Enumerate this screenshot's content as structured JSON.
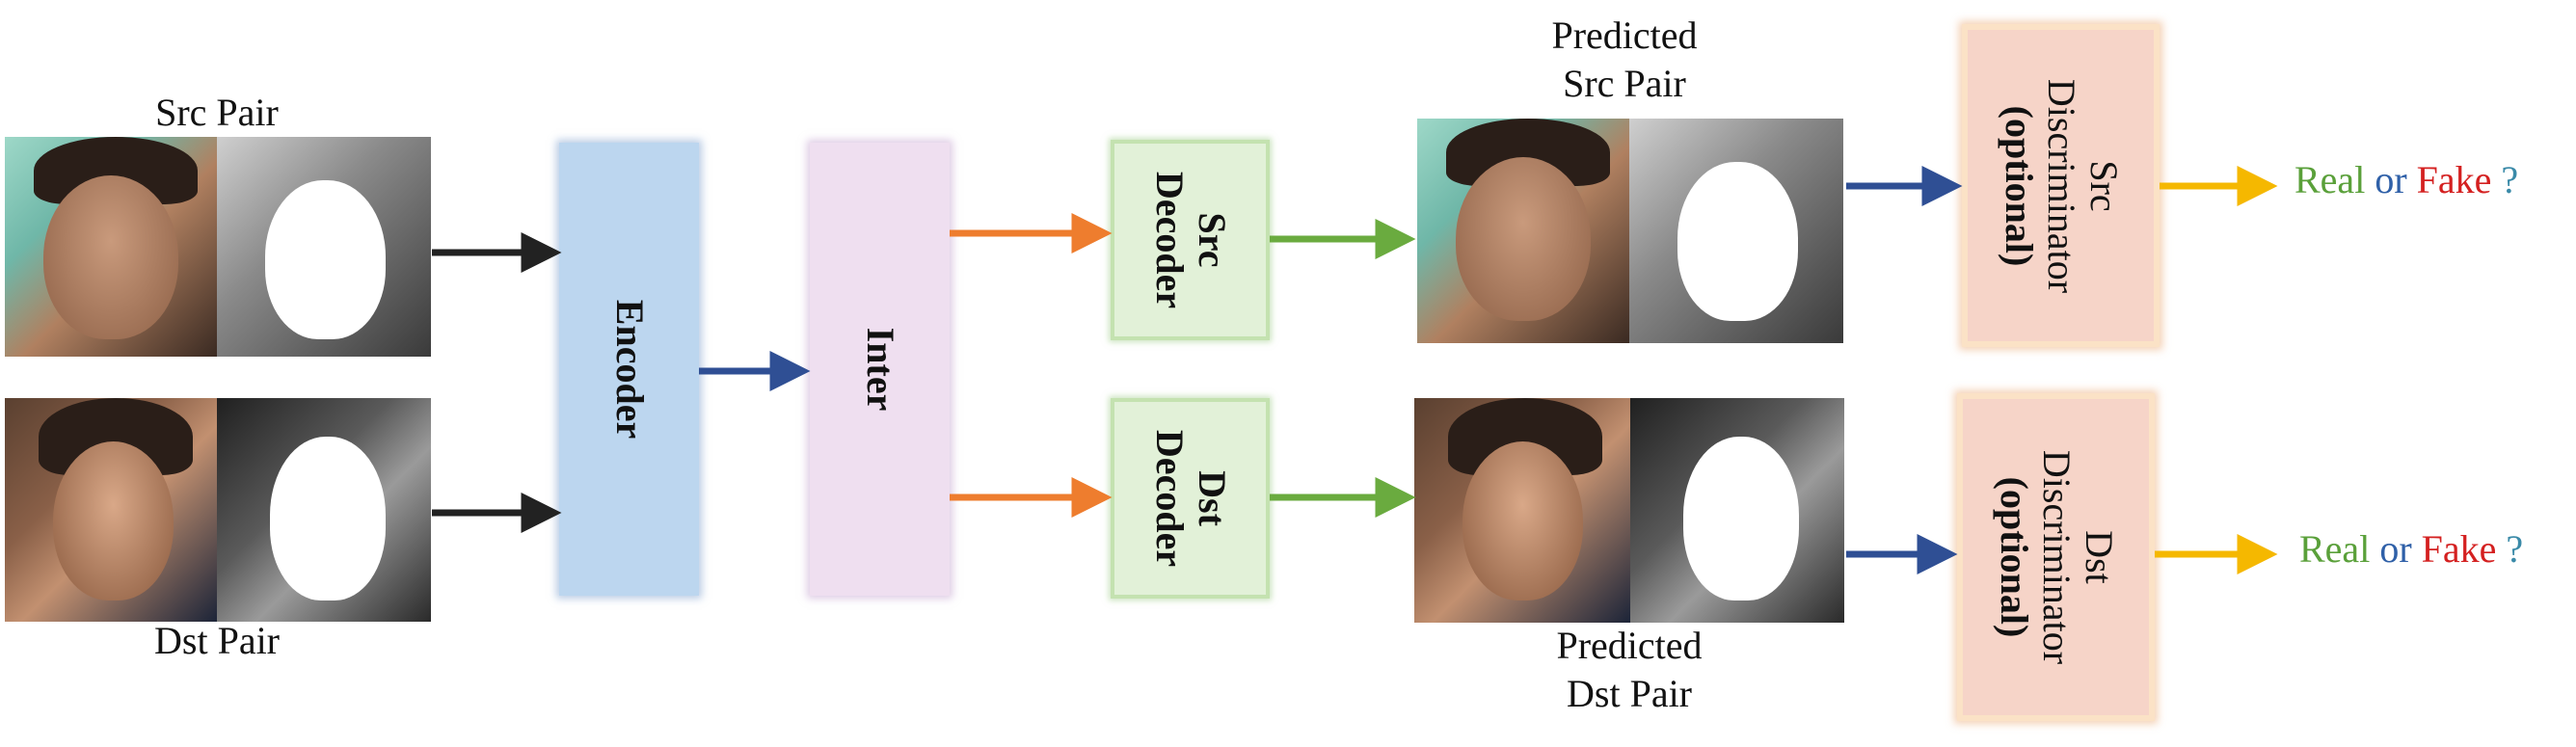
{
  "labels": {
    "src_pair": "Src Pair",
    "dst_pair": "Dst Pair",
    "predicted_src_line1": "Predicted",
    "predicted_src_line2": "Src Pair",
    "predicted_dst_line1": "Predicted",
    "predicted_dst_line2": "Dst Pair"
  },
  "blocks": {
    "encoder": "Encoder",
    "inter": "Inter",
    "src_decoder_line1": "Src",
    "src_decoder_line2": "Decoder",
    "dst_decoder_line1": "Dst",
    "dst_decoder_line2": "Decoder",
    "src_disc_line1": "Src",
    "src_disc_line2": "Discriminator",
    "src_disc_line3": "(optional)",
    "dst_disc_line1": "Dst",
    "dst_disc_line2": "Discriminator",
    "dst_disc_line3": "(optional)"
  },
  "outcome": {
    "real": "Real",
    "or": "or",
    "fake": "Fake",
    "q": "?"
  },
  "colors": {
    "arrow_black": "#222222",
    "arrow_blue": "#2f4f94",
    "arrow_orange": "#ee7d2e",
    "arrow_green": "#6aab3f",
    "arrow_yellow": "#f5b800",
    "real": "#5aa03a",
    "or": "#2f60a8",
    "fake": "#d42020",
    "q": "#3a8aa8"
  }
}
